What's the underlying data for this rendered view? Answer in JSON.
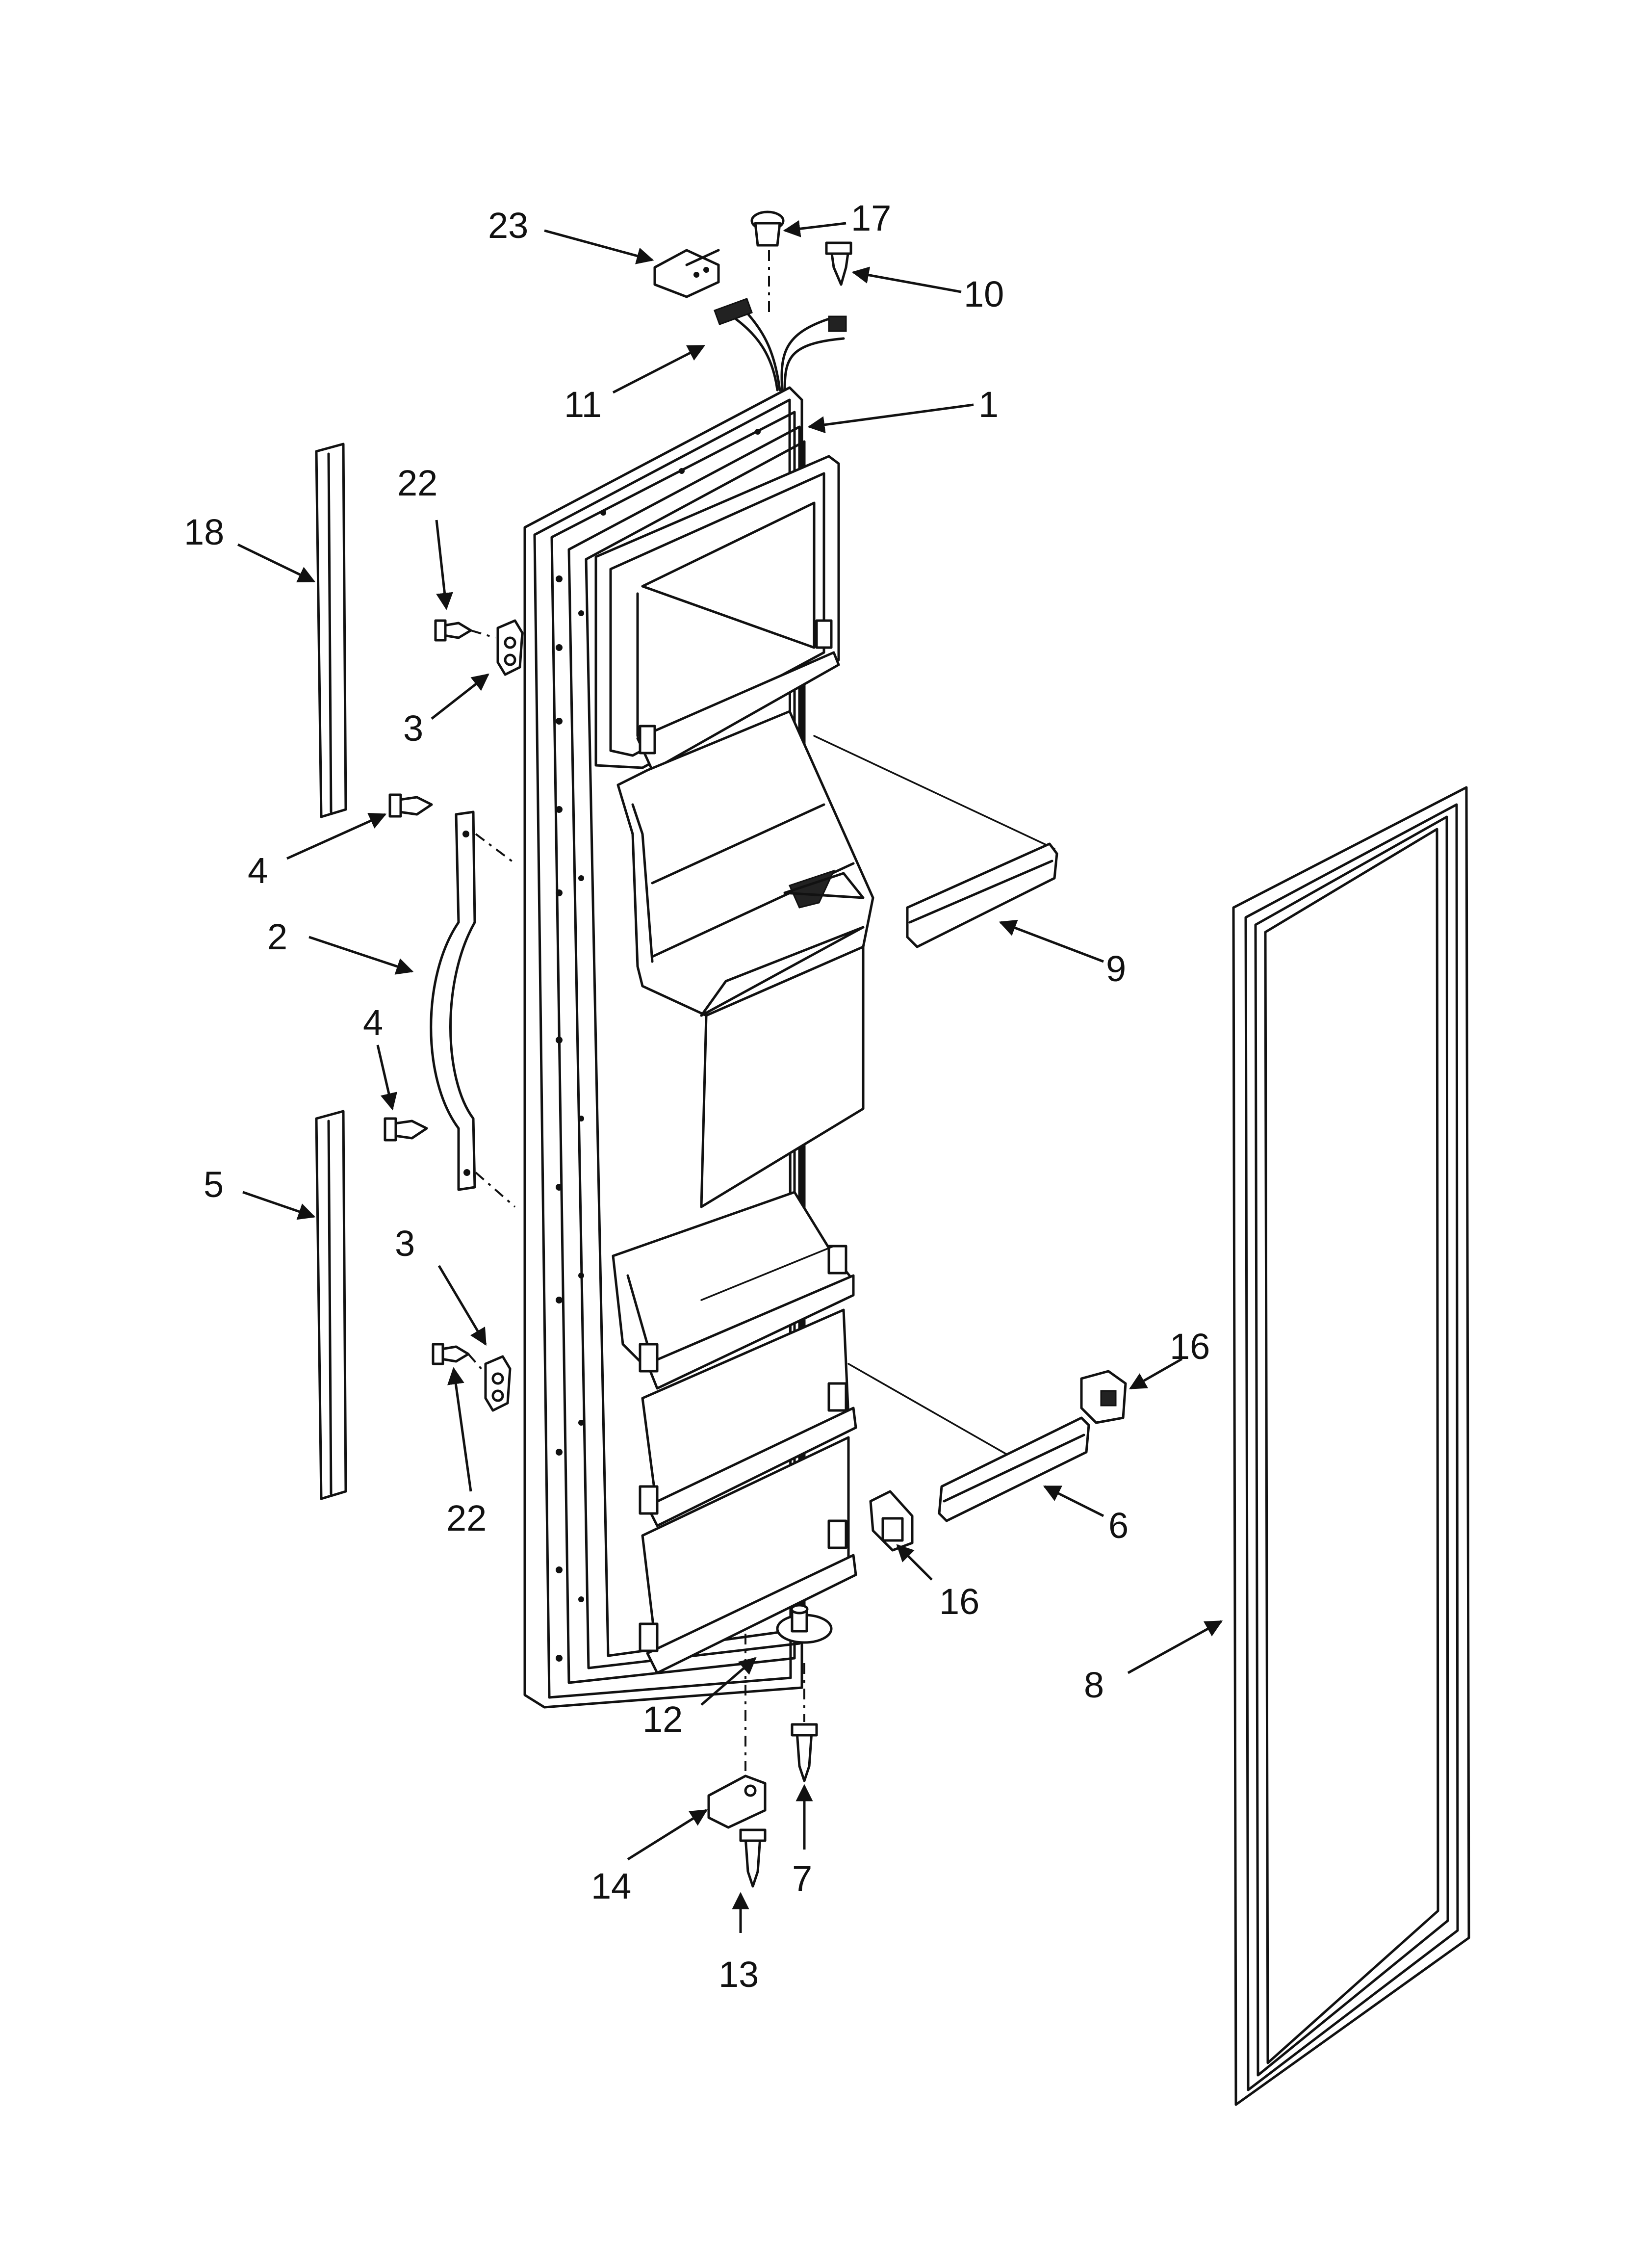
{
  "callouts": {
    "c1": "1",
    "c2": "2",
    "c3a": "3",
    "c3b": "3",
    "c4a": "4",
    "c4b": "4",
    "c5": "5",
    "c6": "6",
    "c7": "7",
    "c8": "8",
    "c9": "9",
    "c10": "10",
    "c11": "11",
    "c12": "12",
    "c13": "13",
    "c14": "14",
    "c16a": "16",
    "c16b": "16",
    "c17": "17",
    "c18": "18",
    "c22a": "22",
    "c22b": "22",
    "c23": "23"
  }
}
